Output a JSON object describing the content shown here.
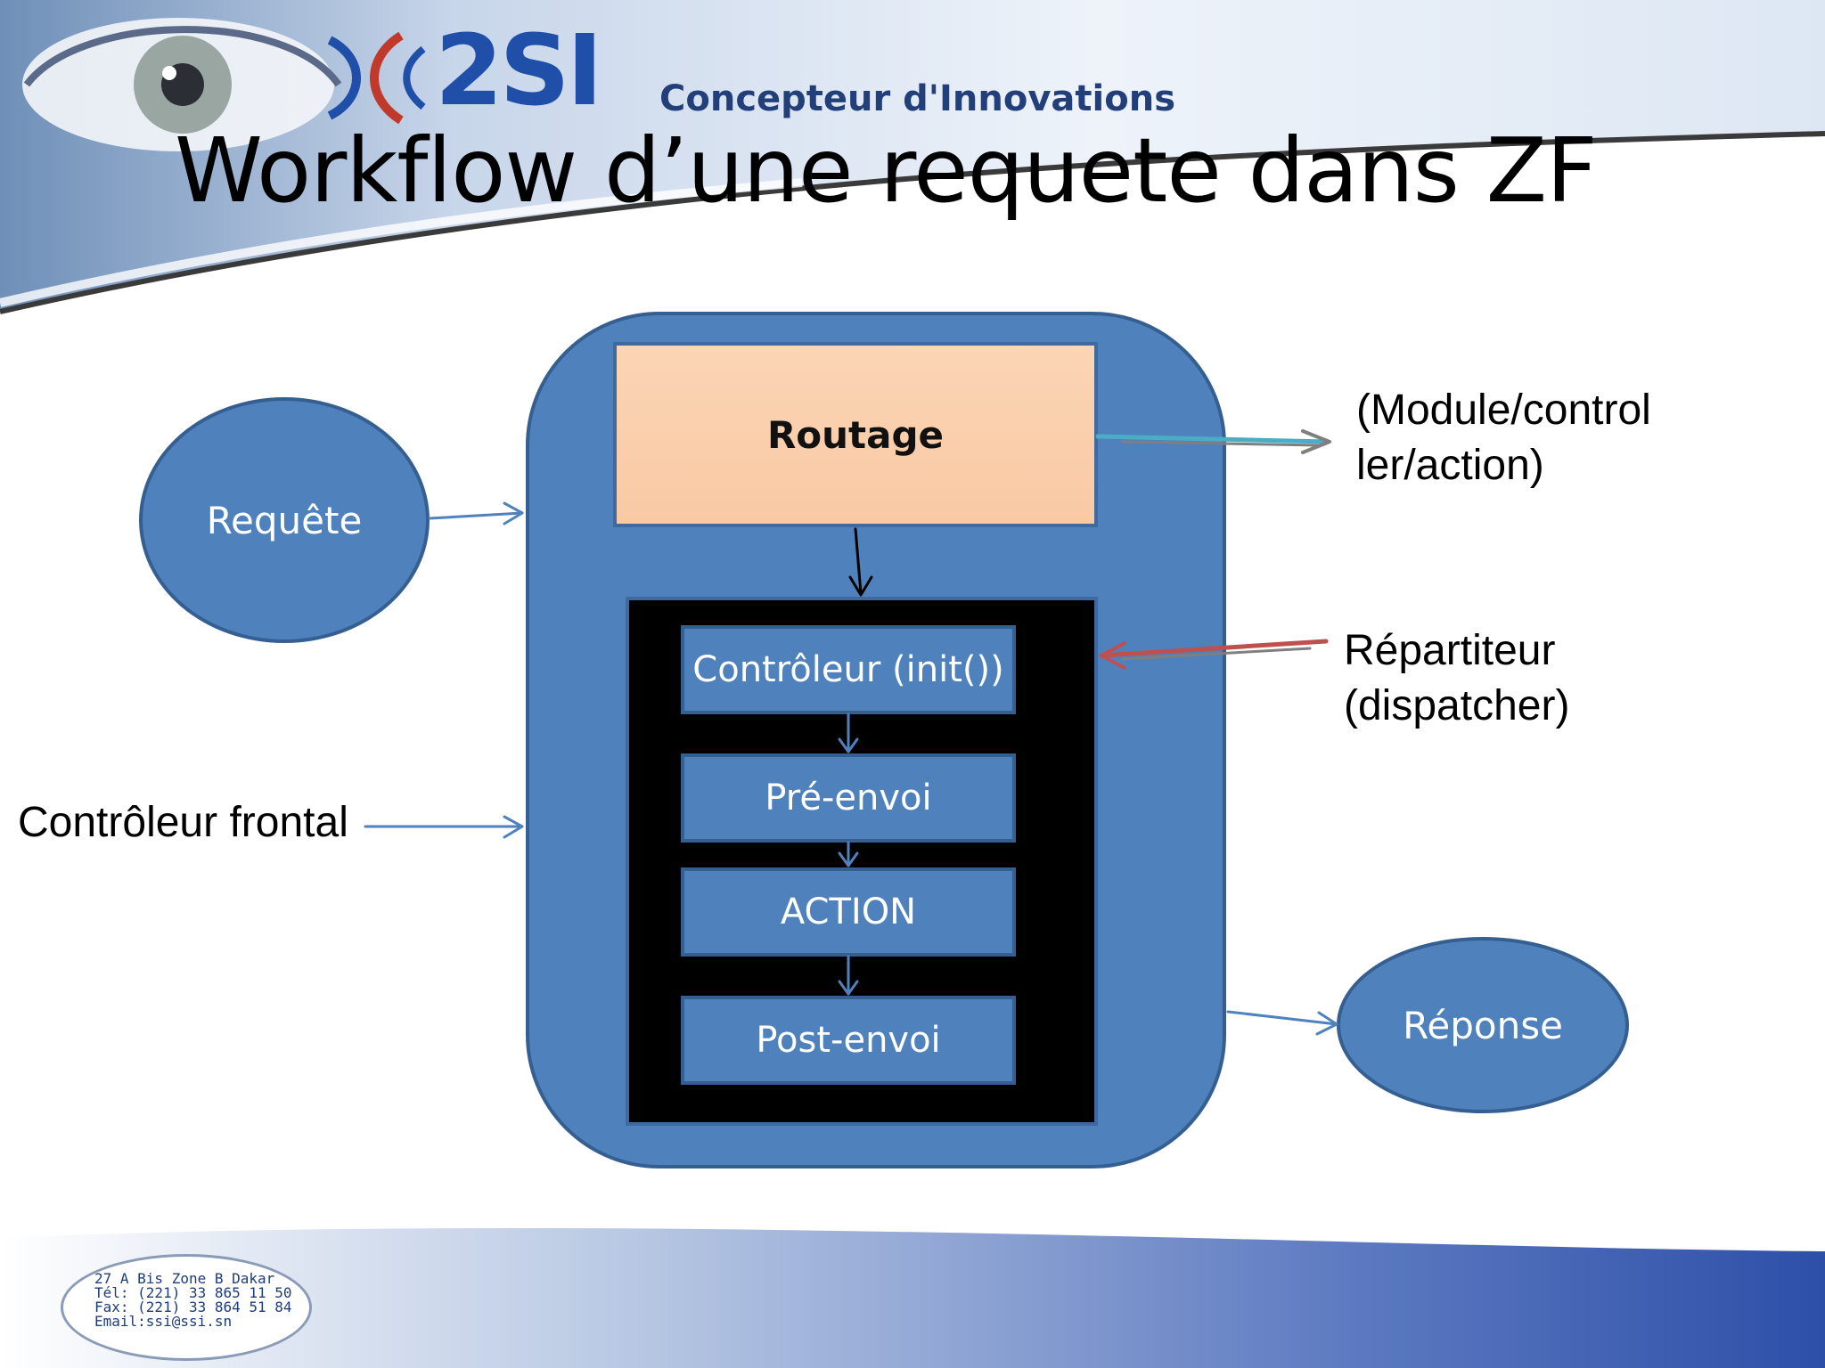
{
  "header": {
    "logo_text": "2SI",
    "tagline": "Concepteur d'Innovations",
    "title": "Workflow d’une requete dans ZF"
  },
  "diagram": {
    "request": "Requête",
    "front_controller": "Contrôleur frontal",
    "routing": "Routage",
    "routing_output": "(Module/control ler/action)",
    "dispatcher": "Répartiteur (dispatcher)",
    "steps": [
      "Contrôleur (init())",
      "Pré-envoi",
      "ACTION",
      "Post-envoi"
    ],
    "response": "Réponse"
  },
  "footer": {
    "address_lines": [
      "27 A Bis Zone B Dakar",
      "Tél: (221) 33 865 11 50",
      "Fax: (221) 33 864 51 84",
      "Email:ssi@ssi.sn"
    ]
  },
  "colors": {
    "shape_fill": "#4f81bd",
    "shape_border": "#355f91",
    "routing_fill": "#fbd5b5",
    "dispatch_fill": "#000000",
    "routing_arrow": "#4bacc6",
    "dispatcher_arrow": "#c0504d"
  }
}
